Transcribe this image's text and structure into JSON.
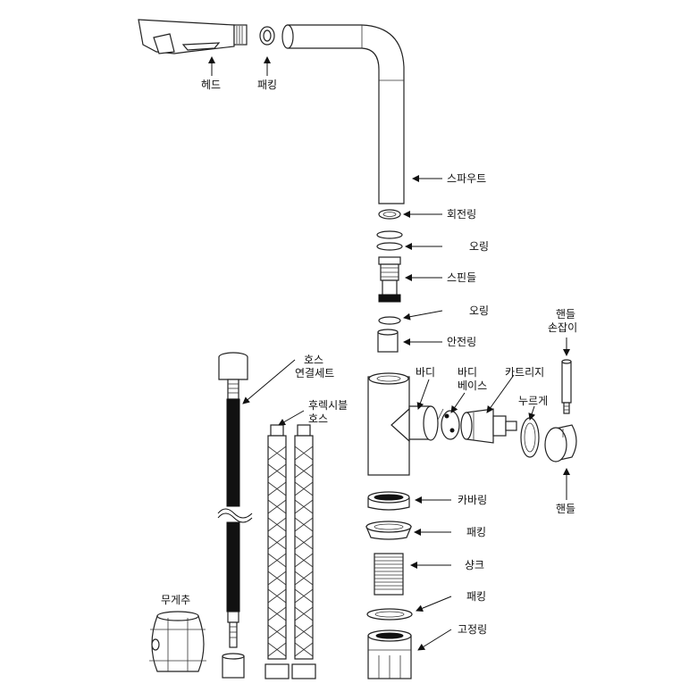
{
  "labels": {
    "head": "헤드",
    "packing_top": "패킹",
    "spout": "스파우트",
    "swivel_ring": "회전링",
    "oring_1": "오링",
    "spindle": "스핀들",
    "oring_2": "오링",
    "safety_ring": "안전링",
    "handle_knob_line1": "핸들",
    "handle_knob_line2": "손잡이",
    "body": "바디",
    "body_base_line1": "바디",
    "body_base_line2": "베이스",
    "cartridge": "카트리지",
    "press": "누르게",
    "handle": "핸들",
    "hose_set_line1": "호스",
    "hose_set_line2": "연결세트",
    "flex_hose_line1": "후렉시블",
    "flex_hose_line2": "호스",
    "cover_ring": "카바링",
    "packing_2": "패킹",
    "shank": "샹크",
    "packing_3": "패킹",
    "fixing_ring": "고정링",
    "weight": "무게추"
  }
}
